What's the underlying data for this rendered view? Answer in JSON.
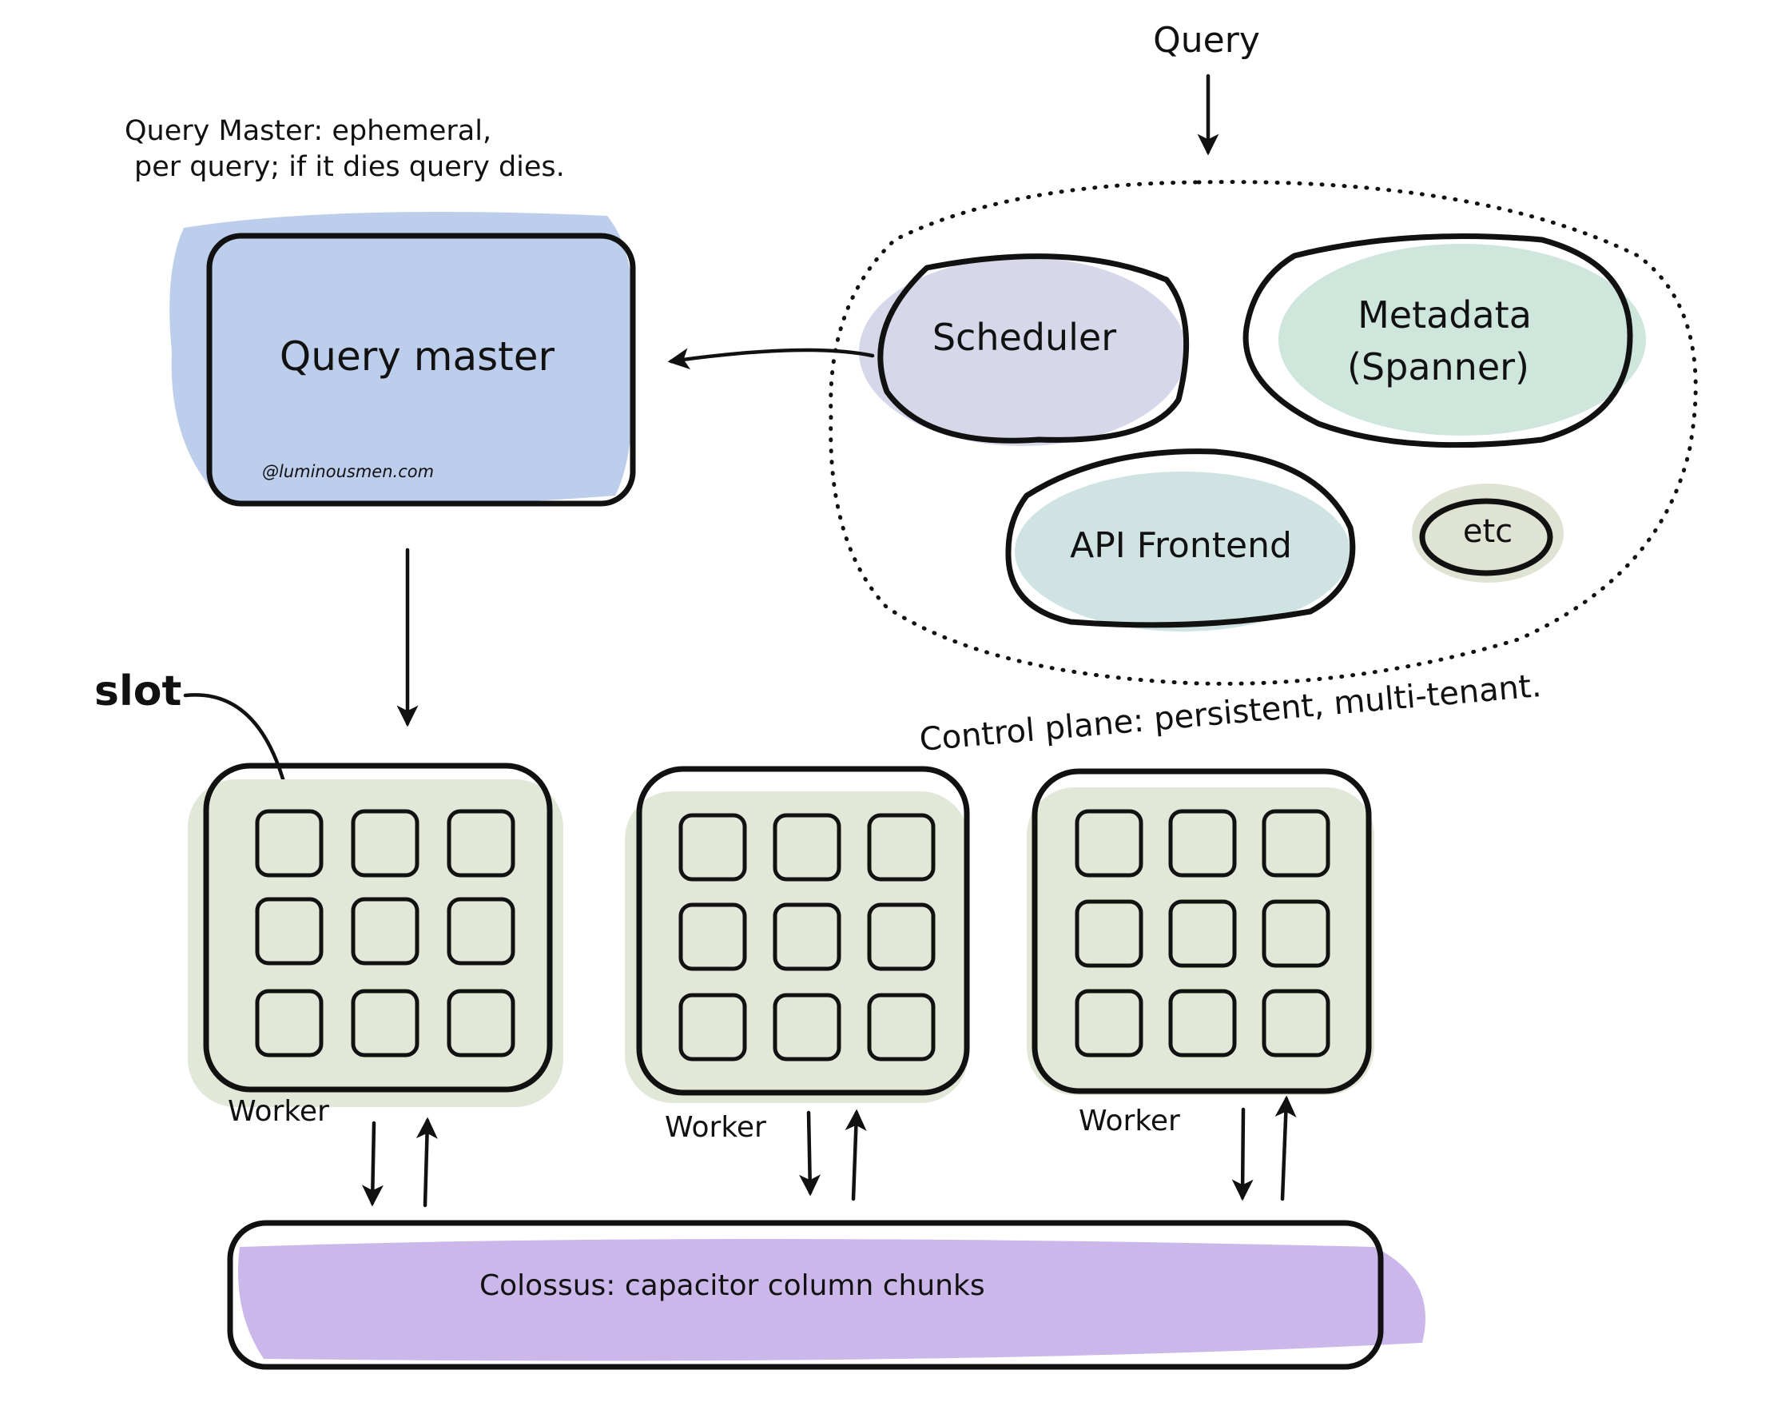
{
  "annotations": {
    "query_input": "Query",
    "query_master_note_line1": "Query Master: ephemeral,",
    "query_master_note_line2": "per query; if it dies query dies.",
    "slot_label": "slot",
    "control_plane_caption": "Control plane: persistent, multi-tenant."
  },
  "nodes": {
    "query_master": "Query master",
    "watermark": "@luminousmen.com",
    "scheduler": "Scheduler",
    "metadata_line1": "Metadata",
    "metadata_line2": "(Spanner)",
    "api_frontend": "API Frontend",
    "etc": "etc",
    "storage": "Colossus: capacitor column chunks"
  },
  "workers": [
    {
      "label": "Worker"
    },
    {
      "label": "Worker"
    },
    {
      "label": "Worker"
    }
  ],
  "colors": {
    "query_master_fill": "#b6c8ea",
    "scheduler_fill": "#d6d8ea",
    "metadata_fill": "#cfe6dc",
    "api_frontend_fill": "#cfe3e3",
    "etc_fill": "#dfe3d3",
    "worker_fill": "#e2e8d8",
    "storage_fill": "#cbb7ea",
    "ink": "#111111"
  }
}
